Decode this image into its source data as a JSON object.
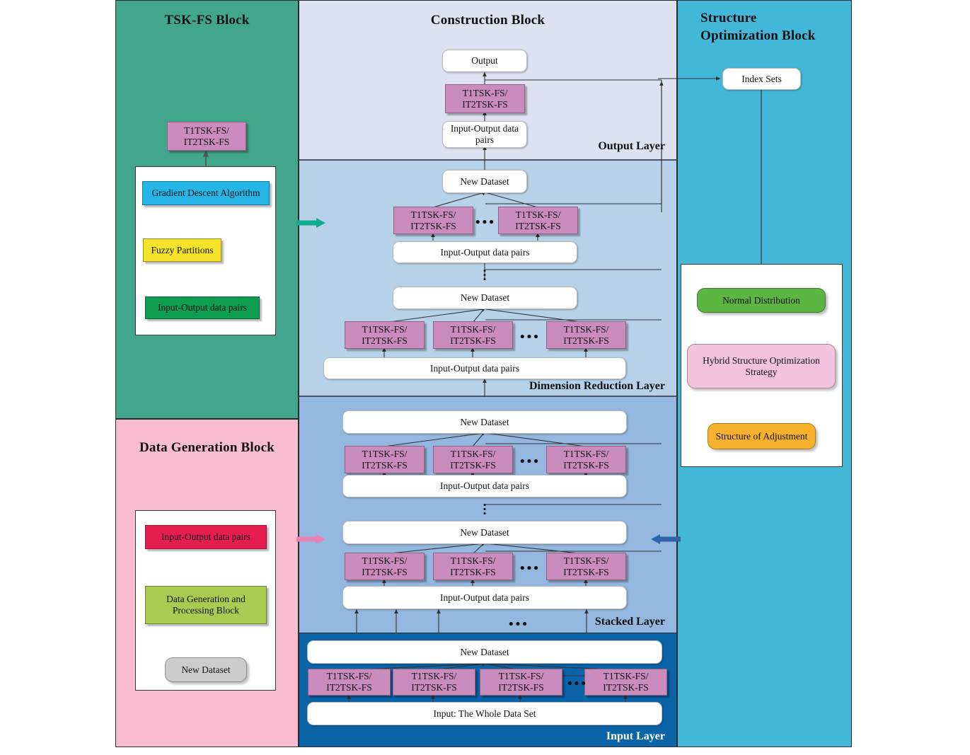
{
  "blocks": {
    "tsk_fs": {
      "title": "TSK-FS Block",
      "nodes": {
        "tsk_model": "T1TSK-FS/\nIT2TSK-FS",
        "gradient": "Gradient Descent Algorithm",
        "fuzzy": "Fuzzy Partitions",
        "io_pairs": "Input-Output data pairs"
      },
      "colors": {
        "panel": "#42a68a",
        "gradient": "#25b6e8",
        "fuzzy": "#f5e32a",
        "io_pairs": "#0f9d52",
        "tsk_model": "#c98cbc"
      }
    },
    "data_generation": {
      "title": "Data Generation Block",
      "nodes": {
        "io_pairs": "Input-Output data pairs",
        "processing": "Data Generation and\nProcessing Block",
        "new_dataset": "New Dataset"
      },
      "colors": {
        "panel": "#f9bcd0",
        "io_pairs": "#e61e50",
        "processing": "#a8cc51",
        "new_dataset": "#cccccc"
      }
    },
    "construction": {
      "title": "Construction Block",
      "layers": [
        {
          "name": "Output Layer",
          "label": "Output Layer",
          "color": "#dde1f2",
          "nodes": {
            "output": "Output",
            "tsk": "T1TSK-FS/\nIT2TSK-FS",
            "io_pairs": "Input-Output data\npairs"
          }
        },
        {
          "name": "Dimension Reduction Layer",
          "label": "Dimension Reduction Layer",
          "color": "#b7d2e8",
          "nodes": {
            "new_dataset_top": "New Dataset",
            "io_pairs_top": "Input-Output data pairs",
            "new_dataset_bottom": "New Dataset",
            "io_pairs_bottom": "Input-Output data pairs",
            "tsk": "T1TSK-FS/\nIT2TSK-FS"
          },
          "tsk_top_count": 2,
          "tsk_bottom_count": 3
        },
        {
          "name": "Stacked Layer",
          "label": "Stacked Layer",
          "color": "#93b7de",
          "nodes": {
            "new_dataset_top": "New Dataset",
            "io_pairs_top": "Input-Output data pairs",
            "new_dataset_bottom": "New Dataset",
            "io_pairs_bottom": "Input-Output data pairs",
            "tsk": "T1TSK-FS/\nIT2TSK-FS"
          },
          "tsk_top_count": 3,
          "tsk_bottom_count": 3
        },
        {
          "name": "Input Layer",
          "label": "Input Layer",
          "color": "#0b63a8",
          "nodes": {
            "new_dataset": "New Dataset",
            "input": "Input: The Whole Data Set",
            "tsk": "T1TSK-FS/\nIT2TSK-FS"
          },
          "tsk_count": 4
        }
      ],
      "ellipsis": "•••"
    },
    "structure_optimization": {
      "title": "Structure\nOptimization Block",
      "nodes": {
        "index_sets": "Index Sets",
        "normal_distribution": "Normal Distribution",
        "hybrid_strategy": "Hybrid Structure  Optimization\nStrategy",
        "structure_adjustment": "Structure of Adjustment"
      },
      "colors": {
        "panel": "#43b7d8",
        "index_sets": "#ffffff",
        "normal_distribution": "#5cb442",
        "hybrid_strategy": "#f3c3dd",
        "structure_adjustment": "#f7b12d"
      }
    }
  },
  "flow_arrows": {
    "tsk_to_construction": {
      "name": "teal-arrow",
      "color": "#0fae8e"
    },
    "datagen_to_construction": {
      "name": "pink-arrow",
      "color": "#e884b4"
    },
    "struct_to_construction": {
      "name": "blue-arrow",
      "color": "#2e63a8"
    }
  },
  "tsk_label": "T1TSK-FS/\nIT2TSK-FS",
  "labels": {
    "new_dataset": "New Dataset",
    "io_pairs": "Input-Output data pairs"
  }
}
